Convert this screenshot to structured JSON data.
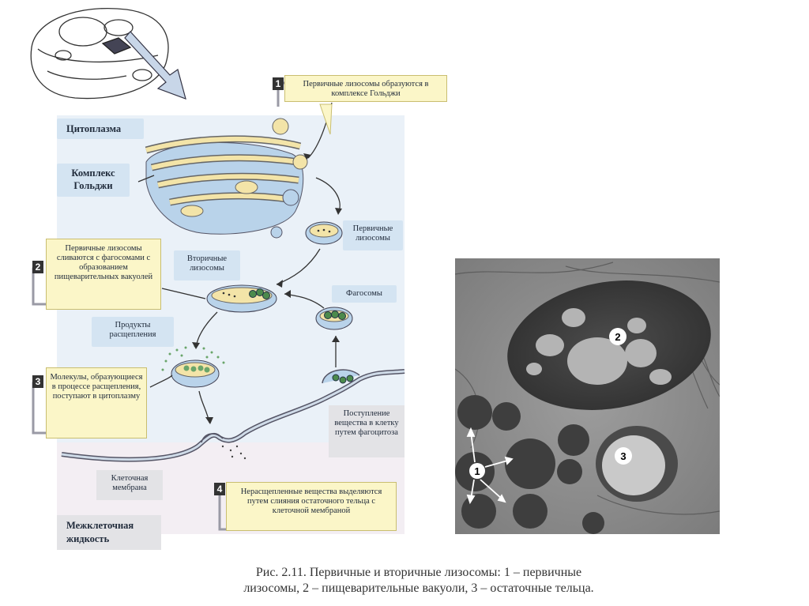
{
  "labels": {
    "cytoplasm": "Цитоплазма",
    "golgi": "Комплекс Гольджи",
    "primary_lysosomes": "Первичные лизосомы",
    "secondary_lysosomes": "Вторичные лизосомы",
    "phagosomes": "Фагосомы",
    "products": "Продукты расщепления",
    "cell_membrane": "Клеточная мембрана",
    "intercellular": "Межклеточная жидкость",
    "entry": "Поступление вещества в клетку путем фагоцитоза"
  },
  "steps": [
    {
      "num": "1",
      "text": "Первичные лизосомы образуются в комплексе Гольджи"
    },
    {
      "num": "2",
      "text": "Первичные лизосомы сливаются с фагосомами с образованием пищеварительных вакуолей"
    },
    {
      "num": "3",
      "text": "Молекулы, образующиеся в процессе расщепления, поступают в цитоплазму"
    },
    {
      "num": "4",
      "text": "Нерасщепленные вещества выделяются путем слияния остаточного тельца с клеточной мембраной"
    }
  ],
  "micrograph_labels": [
    "1",
    "2",
    "3"
  ],
  "caption": {
    "line1": "Рис. 2.11. Первичные и вторичные лизосомы: 1 – первичные",
    "line2": "лизосомы, 2 – пищеварительные вакуоли,  3 – остаточные тельца."
  }
}
